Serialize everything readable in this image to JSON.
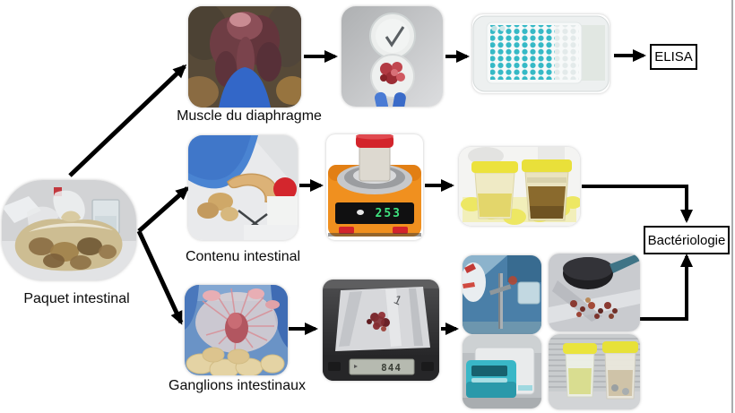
{
  "flow": {
    "source": {
      "label": "Paquet intestinal",
      "photo": "plastic-bag-with-intestinal-package-on-bench"
    },
    "rows": [
      {
        "label": "Muscle du diaphragme",
        "photos": [
          "pig-pluck-organs-held-with-blue-glove",
          "open-round-sample-pot-with-meat-pieces-and-check-mark-lid",
          "elisa-96-well-microplate-with-blue-wells"
        ],
        "endpoint": "ELISA"
      },
      {
        "label": "Contenu intestinal",
        "photos": [
          "blue-gloved-hand-cutting-intestine-with-scissors",
          "orange-balance-weighing-red-cap-specimen-pot",
          "two-specimen-pots-with-yellow-lids-pale-and-brown-liquid"
        ],
        "scale_display": "253",
        "endpoint": "Bactériologie"
      },
      {
        "label": "Ganglions intestinaux",
        "photos": [
          "mesentery-with-intestinal-lymph-nodes-on-blue-drape",
          "dark-balance-with-foil-and-tissue-pieces",
          "collage-burner-mallet-stomacher-and-pots"
        ],
        "scale_display": "844",
        "foil_label": "1",
        "endpoint": "Bactériologie"
      }
    ],
    "endpoints": {
      "elisa": "ELISA",
      "bacteriology": "Bactériologie"
    }
  },
  "colors": {
    "arrow": "#000000",
    "box_border": "#000000",
    "label_text": "#0b0b0b",
    "well_cyan": "#35b9c6",
    "scale_orange": "#f0901f",
    "scale_digits_green": "#3fe37f",
    "lid_yellow": "#eae43c",
    "glove_blue": "#3e76c6",
    "right_edge_gray": "#aaacae"
  }
}
